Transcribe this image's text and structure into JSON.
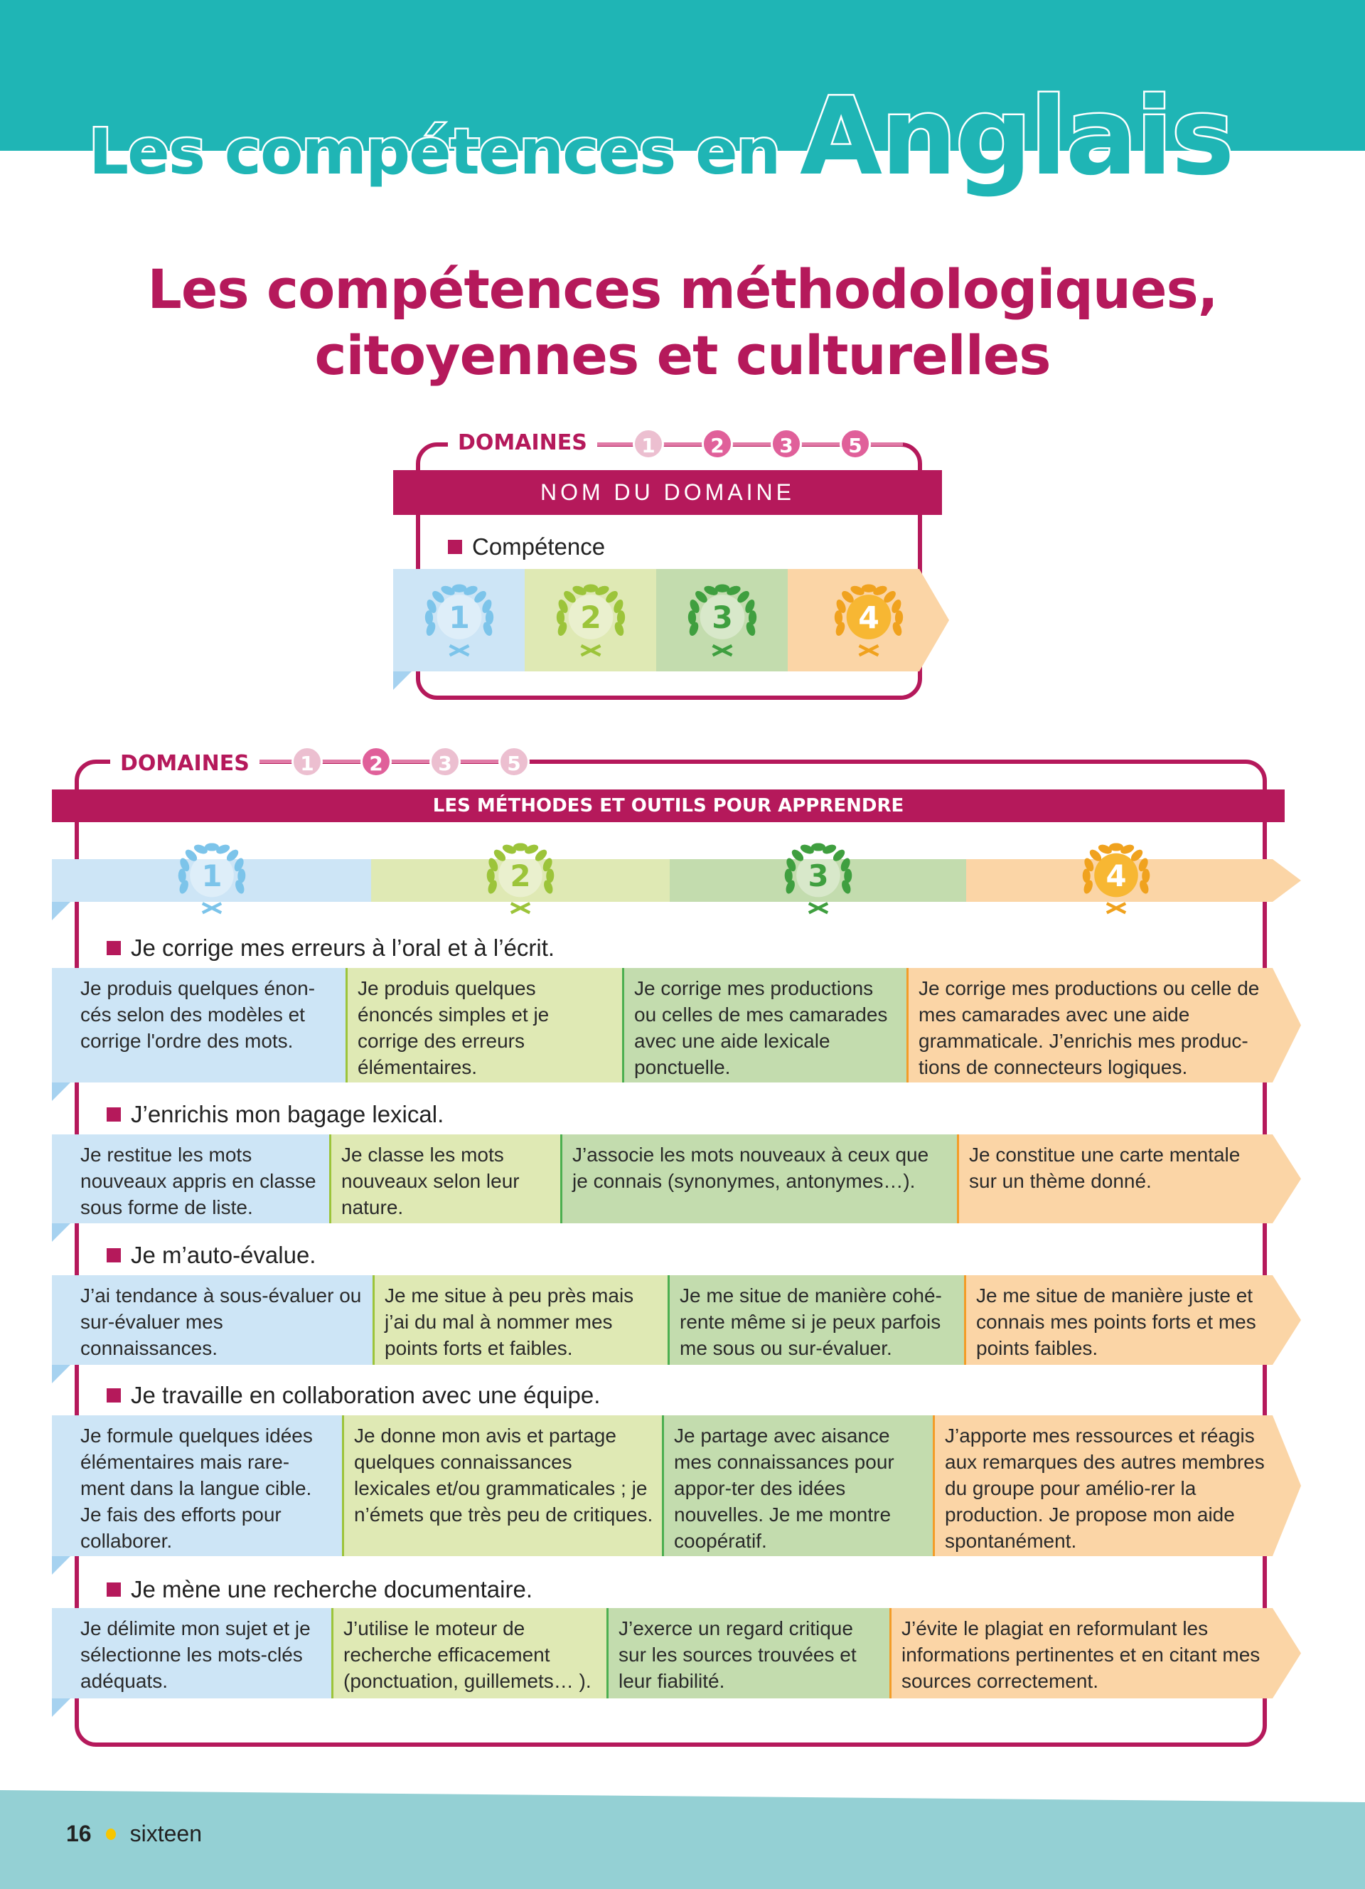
{
  "header": {
    "brand_part1": "Les compétences en ",
    "brand_part2": "Anglais"
  },
  "title": {
    "line1": "Les compétences méthodologiques,",
    "line2": "citoyennes et culturelles"
  },
  "legend": {
    "domains_label": "DOMAINES",
    "domains": [
      "1",
      "2",
      "3",
      "5"
    ],
    "domain_name": "NOM DU DOMAINE",
    "competence": "Compétence",
    "levels": [
      "1",
      "2",
      "3",
      "4"
    ]
  },
  "main": {
    "domains_label": "DOMAINES",
    "domains": [
      "1",
      "2",
      "3",
      "5"
    ],
    "active_domain": "2",
    "domain_name": "LES MÉTHODES ET OUTILS POUR APPRENDRE",
    "levels": [
      "1",
      "2",
      "3",
      "4"
    ],
    "sections": [
      {
        "competence": "Je corrige mes erreurs à l’oral et à l’écrit.",
        "cells": [
          "Je produis quelques énon-cés selon des modèles et corrige l'ordre des mots.",
          "Je produis quelques énoncés simples et je corrige des erreurs élémentaires.",
          "Je corrige mes productions ou celles de mes camarades avec une aide lexicale ponctuelle.",
          "Je corrige mes productions ou celle de mes camarades avec une aide grammaticale. J’enrichis mes produc-tions de connecteurs logiques."
        ]
      },
      {
        "competence": "J’enrichis mon bagage lexical.",
        "cells": [
          "Je restitue les mots nouveaux appris en classe sous forme de liste.",
          "Je classe les mots nouveaux selon leur nature.",
          "J’associe les mots nouveaux à ceux que je connais (synonymes, antonymes…).",
          "Je constitue une carte mentale sur un thème donné."
        ]
      },
      {
        "competence": "Je m’auto-évalue.",
        "cells": [
          "J’ai tendance à sous-évaluer ou sur-évaluer mes connaissances.",
          "Je me situe à peu près mais j’ai du mal à nommer mes points forts et faibles.",
          "Je me situe de manière cohé-rente même si je peux parfois me sous ou sur-évaluer.",
          "Je me situe de manière juste et connais mes points forts et mes points faibles."
        ]
      },
      {
        "competence": "Je travaille en collaboration avec une équipe.",
        "cells": [
          "Je formule quelques idées élémentaires mais rare-ment dans la langue cible. Je fais des efforts pour collaborer.",
          "Je donne mon avis et partage quelques connaissances lexicales et/ou grammaticales ; je n’émets que très peu de critiques.",
          "Je partage avec aisance mes connaissances pour appor-ter des idées nouvelles. Je me montre coopératif.",
          "J’apporte mes ressources et réagis aux remarques des autres membres du groupe pour amélio-rer la production. Je propose mon aide spontanément."
        ]
      },
      {
        "competence": "Je mène une recherche documentaire.",
        "cells": [
          "Je délimite mon sujet et je sélectionne les mots-clés adéquats.",
          "J’utilise le moteur de recherche efficacement (ponctuation, guillemets… ).",
          "J’exerce un regard critique sur les sources trouvées et leur fiabilité.",
          "J’évite le plagiat en reformulant les informations pertinentes et en citant mes sources correctement."
        ]
      }
    ]
  },
  "footer": {
    "page_number": "16",
    "page_word": "sixteen"
  },
  "colors": {
    "brand": "#1fb5b5",
    "accent": "#b5195b",
    "level1": "#cde5f6",
    "level2": "#dfe9b4",
    "level3": "#c3dcae",
    "level4": "#fbd5a6"
  }
}
